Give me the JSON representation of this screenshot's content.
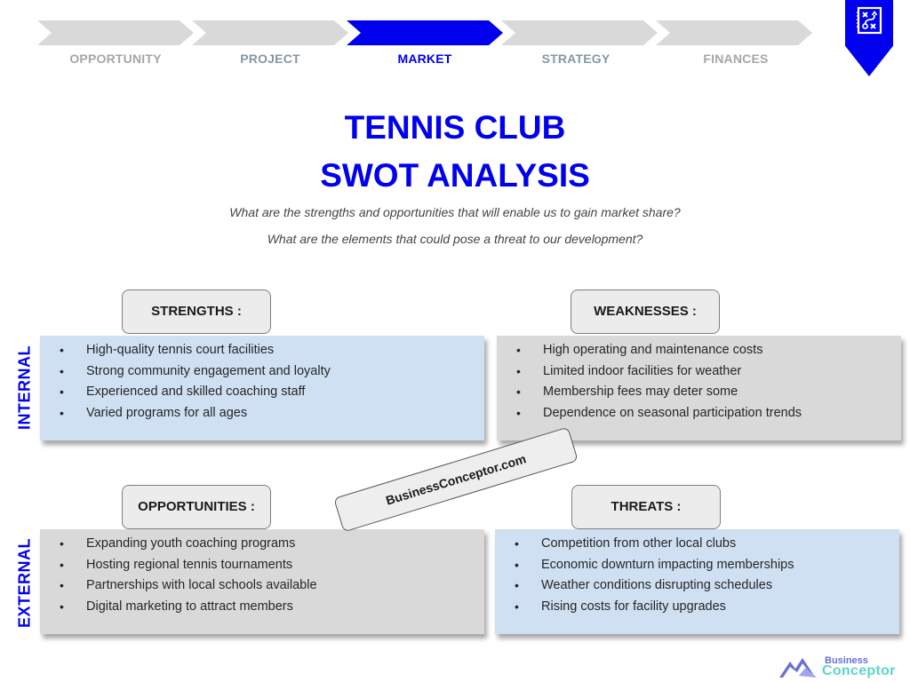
{
  "steps": [
    {
      "label": "OPPORTUNITY",
      "state": "inactive"
    },
    {
      "label": "PROJECT",
      "state": "inactive"
    },
    {
      "label": "MARKET",
      "state": "active"
    },
    {
      "label": "STRATEGY",
      "state": "inactive"
    },
    {
      "label": "FINANCES",
      "state": "inactive"
    }
  ],
  "bookmark": {
    "icon": "strategy-playbook-icon"
  },
  "title": {
    "line1": "TENNIS CLUB",
    "line2": "SWOT ANALYSIS"
  },
  "subtitle": {
    "line1": "What are the strengths and opportunities that will enable us to gain market share?",
    "line2": "What are the elements that could pose a threat to our development?"
  },
  "side_labels": {
    "internal": "INTERNAL",
    "external": "EXTERNAL"
  },
  "swot": {
    "strengths": {
      "heading": "STRENGTHS :",
      "items": [
        "High-quality tennis court facilities",
        "Strong community engagement and loyalty",
        "Experienced and skilled coaching staff",
        "Varied programs for all ages"
      ]
    },
    "weaknesses": {
      "heading": "WEAKNESSES :",
      "items": [
        "High operating and maintenance costs",
        "Limited indoor facilities for weather",
        "Membership fees may deter some",
        "Dependence on seasonal participation trends"
      ]
    },
    "opportunities": {
      "heading": "OPPORTUNITIES :",
      "items": [
        "Expanding youth coaching programs",
        "Hosting regional tennis tournaments",
        "Partnerships with local schools available",
        "Digital marketing to attract members"
      ]
    },
    "threats": {
      "heading": "THREATS :",
      "items": [
        "Competition from other local clubs",
        "Economic downturn impacting memberships",
        "Weather conditions disrupting schedules",
        "Rising costs for facility upgrades"
      ]
    }
  },
  "watermark": "BusinessConceptor.com",
  "logo": {
    "line1": "Business",
    "line2": "Conceptor"
  },
  "colors": {
    "accent": "#0000ee",
    "step_inactive": "#d9d9d9",
    "box_blue": "#cfe0f2",
    "box_gray": "#d9d9d9"
  }
}
